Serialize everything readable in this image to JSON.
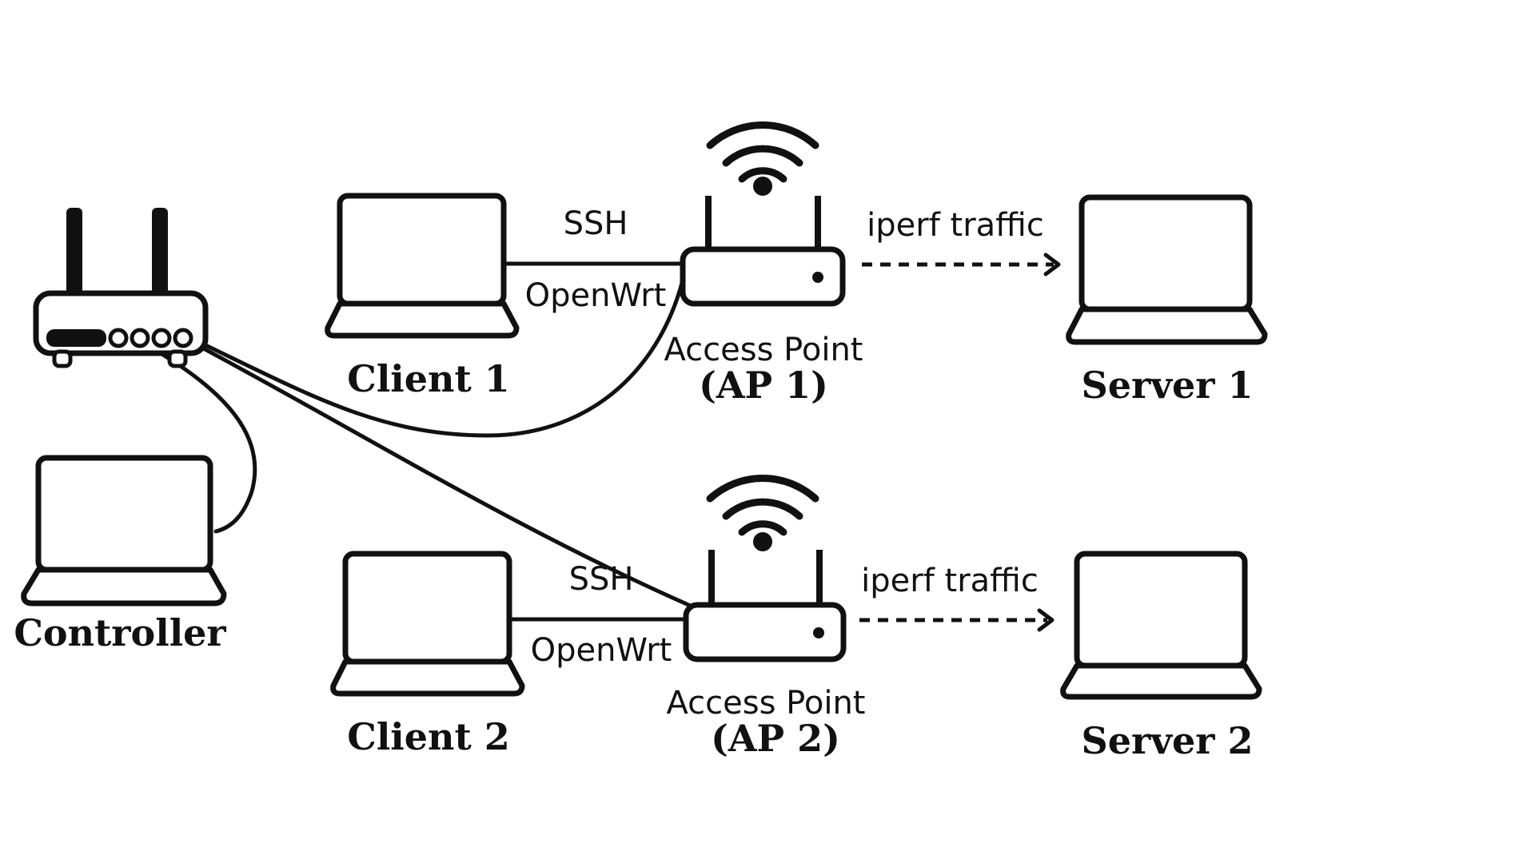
{
  "nodes": {
    "controller": "Controller",
    "client1": "Client 1",
    "client2": "Client 2",
    "server1": "Server 1",
    "server2": "Server 2",
    "ap1_line1": "Access Point",
    "ap1_line2": "(AP 1)",
    "ap2_line1": "Access Point",
    "ap2_line2": "(AP 2)"
  },
  "links": {
    "row1_ssh": "SSH",
    "row1_openwrt": "OpenWrt",
    "row1_traffic": "iperf traffic",
    "row2_ssh": "SSH",
    "row2_openwrt": "OpenWrt",
    "row2_traffic": "iperf traffic"
  },
  "icons": [
    "router-icon",
    "laptop-icon",
    "access-point-icon",
    "wifi-icon"
  ]
}
